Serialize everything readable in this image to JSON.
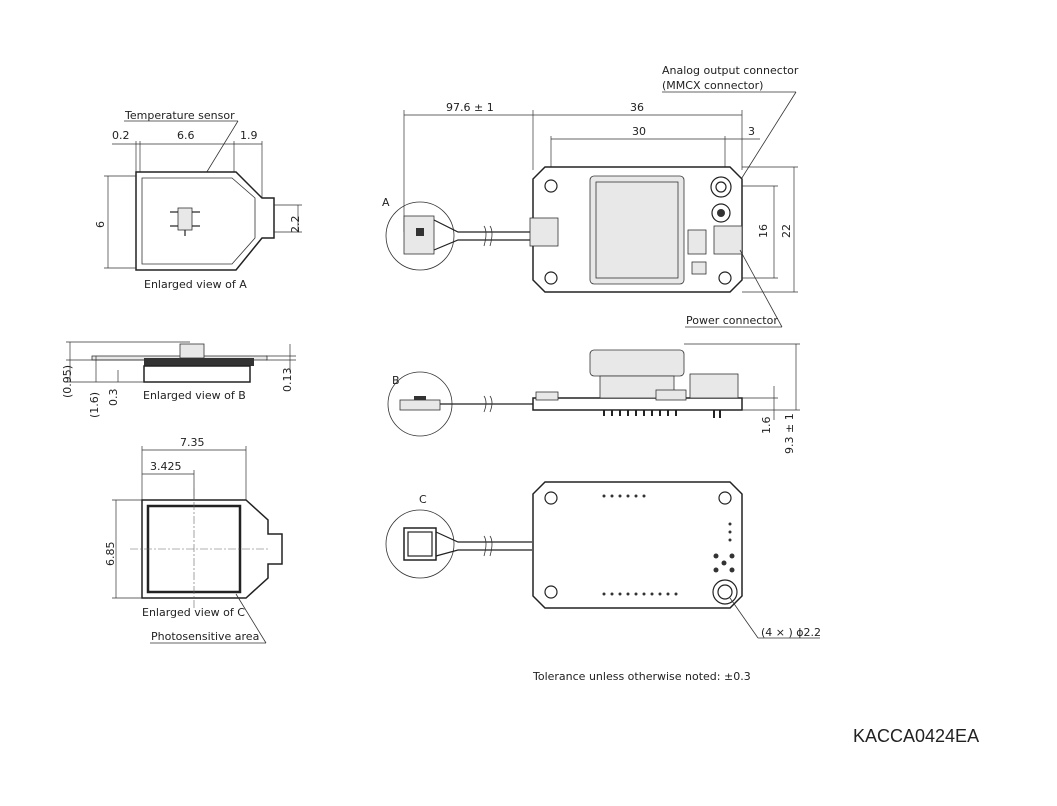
{
  "labels": {
    "analog_connector_1": "Analog output connector",
    "analog_connector_2": "(MMCX connector)",
    "temperature_sensor": "Temperature sensor",
    "power_connector": "Power connector",
    "enlarged_a": "Enlarged view of A",
    "enlarged_b": "Enlarged view of B",
    "enlarged_c": "Enlarged view of C",
    "photosensitive_area": "Photosensitive area",
    "view_a": "A",
    "view_b": "B",
    "view_c": "C",
    "holes": "(4 × ) ϕ2.2",
    "tolerance": "Tolerance unless otherwise noted: ±0.3",
    "drawing_code": "KACCA0424EA"
  },
  "dimensions": {
    "a_left": "0.2",
    "a_width": "6.6",
    "a_right": "1.9",
    "a_height": "6",
    "a_tab": "2.2",
    "b_total": "(0.95)",
    "b_full": "(1.6)",
    "b_base": "0.3",
    "b_right": "0.13",
    "c_width": "7.35",
    "c_half": "3.425",
    "c_height": "6.85",
    "top_cable": "97.6 ± 1",
    "top_board": "36",
    "top_holes": "30",
    "top_edge": "3",
    "top_inner": "16",
    "top_outer": "22",
    "side_board": "1.6",
    "side_total": "9.3 ± 1"
  }
}
